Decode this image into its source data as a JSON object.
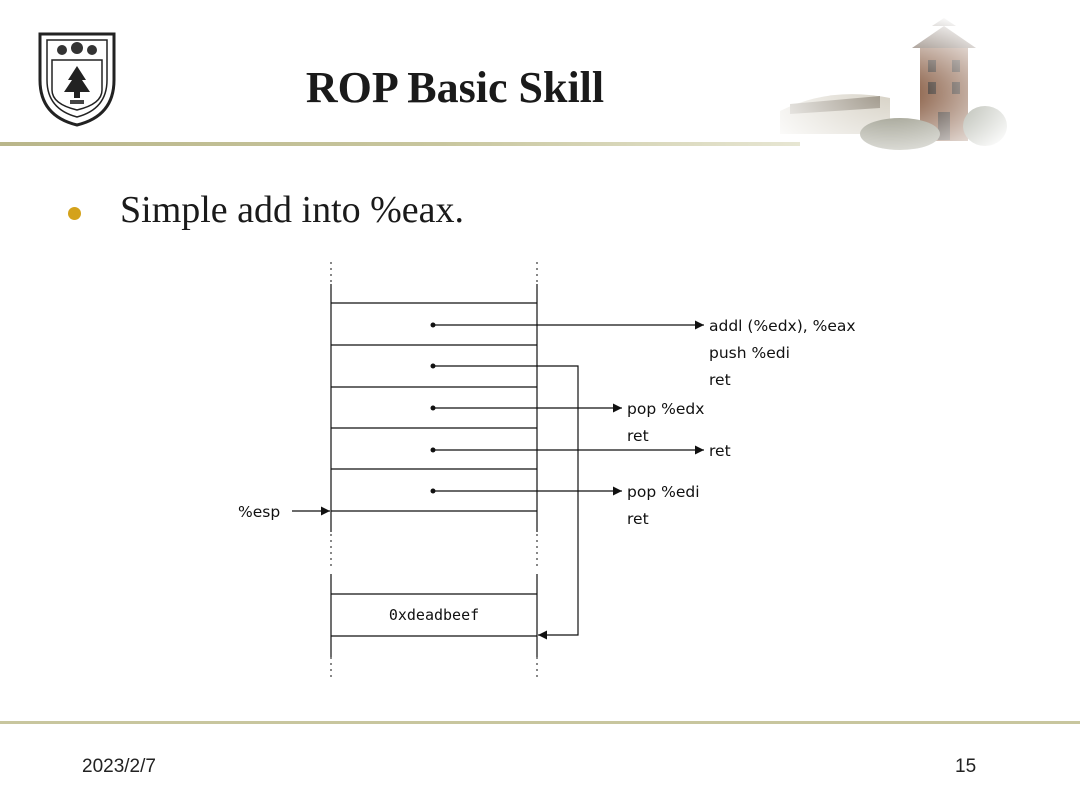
{
  "header": {
    "title": "ROP Basic Skill"
  },
  "content": {
    "bullet": "Simple add into %eax."
  },
  "diagram": {
    "esp_label": "%esp",
    "stack_value": "0xdeadbeef",
    "gadget_add": [
      "addl (%edx), %eax",
      "push %edi",
      "ret"
    ],
    "gadget_pop_edx": [
      "pop %edx",
      "ret"
    ],
    "gadget_ret": "ret",
    "gadget_pop_edi": [
      "pop %edi",
      "ret"
    ]
  },
  "footer": {
    "date": "2023/2/7",
    "page_number": "15"
  },
  "colors": {
    "bullet": "#d4a21b",
    "rule": "#c8c69e"
  }
}
